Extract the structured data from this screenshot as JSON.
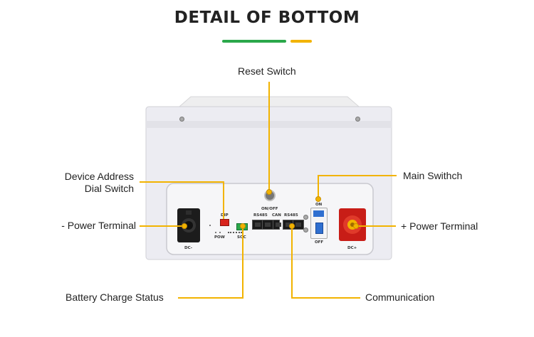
{
  "header": {
    "title": "DETAIL OF BOTTOM"
  },
  "callouts": {
    "reset_switch": "Reset Switch",
    "device_address_line1": "Device Address",
    "device_address_line2": "Dial Switch",
    "main_switch": "Main Swithch",
    "neg_terminal": "- Power Terminal",
    "pos_terminal": "+ Power Terminal",
    "battery_status": "Battery Charge Status",
    "communication": "Communication"
  },
  "panel": {
    "on_off": "ON/OFF",
    "dip": "DIP",
    "pow": "POW",
    "soc": "SOC",
    "rs485_a": "RS485",
    "can": "CAN",
    "rs485_b": "RS485",
    "on": "ON",
    "off": "OFF",
    "dc_neg": "DC-",
    "dc_pos": "DC+"
  },
  "colors": {
    "accent_yellow": "#f2b300",
    "accent_green": "#2aa84a",
    "terminal_red": "#d8231c"
  }
}
